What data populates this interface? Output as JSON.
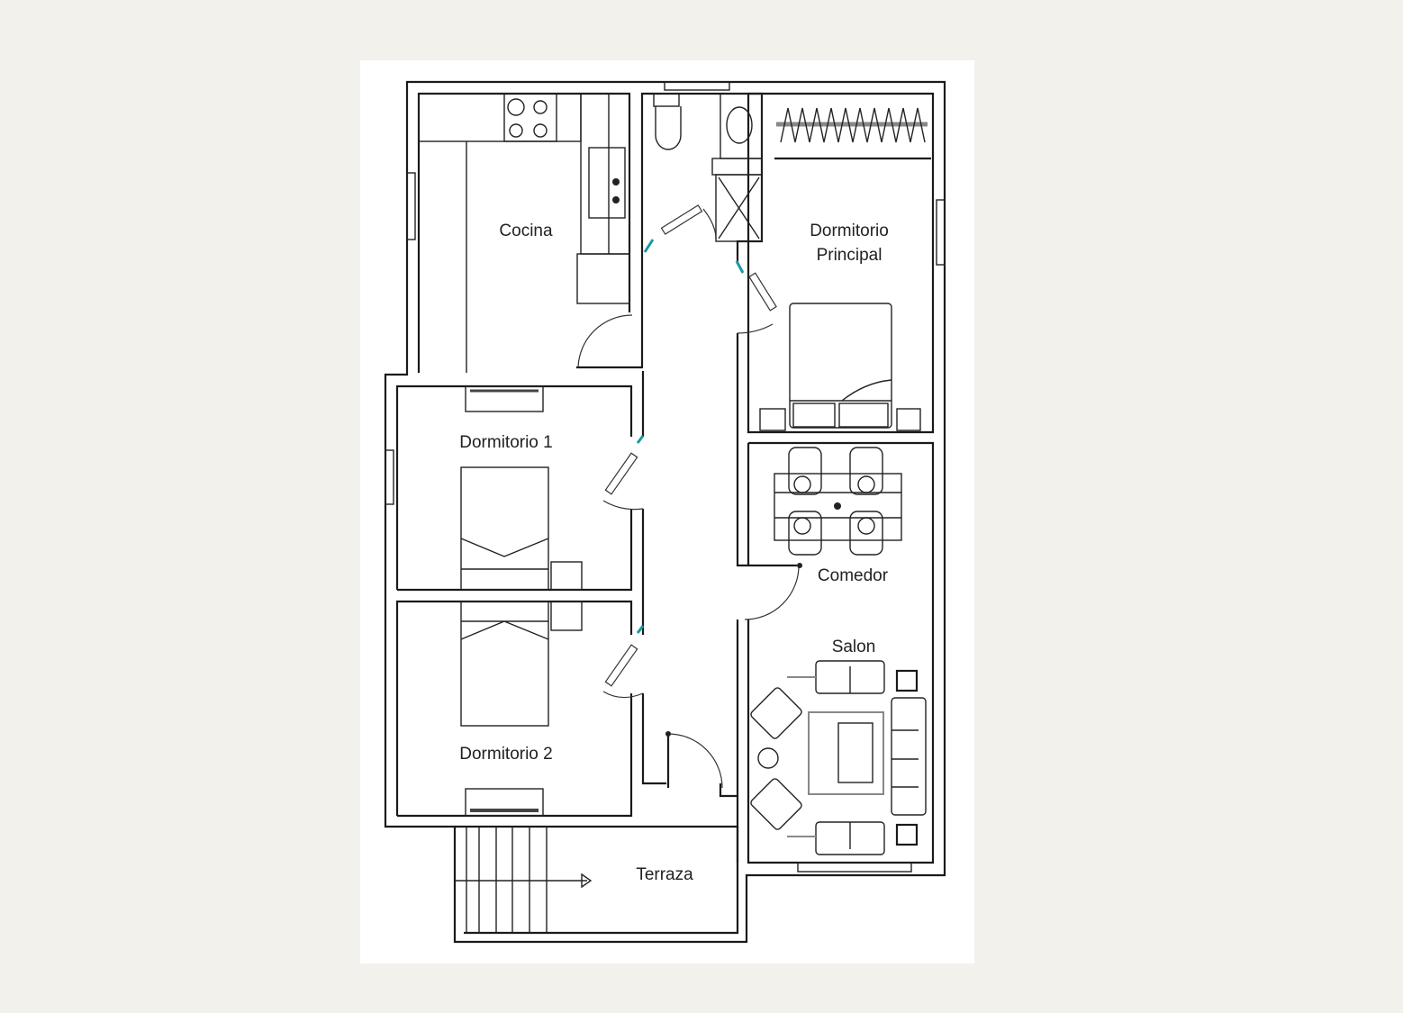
{
  "plan": {
    "rooms": {
      "kitchen": "Cocina",
      "master_line1": "Dormitorio",
      "master_line2": "Principal",
      "bedroom1": "Dormitorio 1",
      "bedroom2": "Dormitorio 2",
      "dining": "Comedor",
      "living": "Salon",
      "terrace": "Terraza"
    },
    "colors": {
      "background": "#f3f1ec",
      "sheet": "#ffffff",
      "lines": "#1a1a1a",
      "door_accent": "#1a9aa0"
    }
  }
}
